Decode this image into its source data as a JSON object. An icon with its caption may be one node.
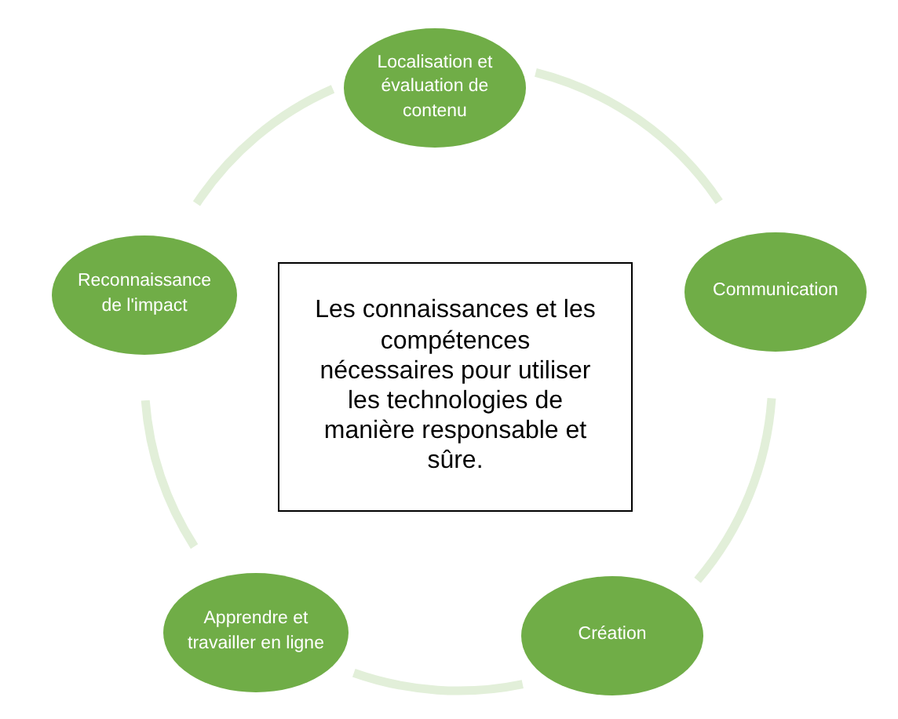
{
  "diagram": {
    "nodes": [
      {
        "text": [
          "Localisation et évaluation de contenu"
        ]
      },
      {
        "text": [
          "Communication"
        ]
      },
      {
        "text": [
          "Création"
        ]
      },
      {
        "text": [
          "Apprendre et travailler en ligne"
        ]
      },
      {
        "text": [
          "Reconnaissance de l'impact"
        ]
      },
      {
        "text": [
          "Les connaissances et les compétences nécessaires pour utiliser les technologies de manière responsable et sûre."
        ]
      }
    ],
    "edges": [
      {
        "from": 0,
        "to": 1,
        "arrow": "none"
      },
      {
        "from": 1,
        "to": 2,
        "arrow": "none"
      },
      {
        "from": 2,
        "to": 3,
        "arrow": "none"
      },
      {
        "from": 3,
        "to": 4,
        "arrow": "none"
      },
      {
        "from": 4,
        "to": 0,
        "arrow": "none"
      }
    ]
  }
}
